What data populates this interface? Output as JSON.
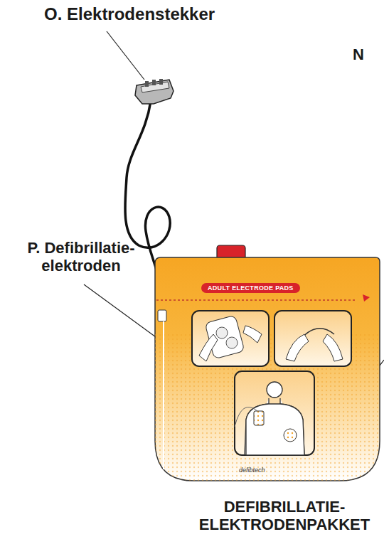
{
  "diagram": {
    "caption": "DEFIBRILLATIE- ELEKTRODENPAKKET",
    "nodes": [
      {
        "text": [
          "ADULT ELECTRODE PADS"
        ]
      }
    ],
    "labels": [
      "O. Elektrodenstekker",
      "N",
      "P. Defibrillatie- elektroden",
      "defibtech"
    ]
  }
}
